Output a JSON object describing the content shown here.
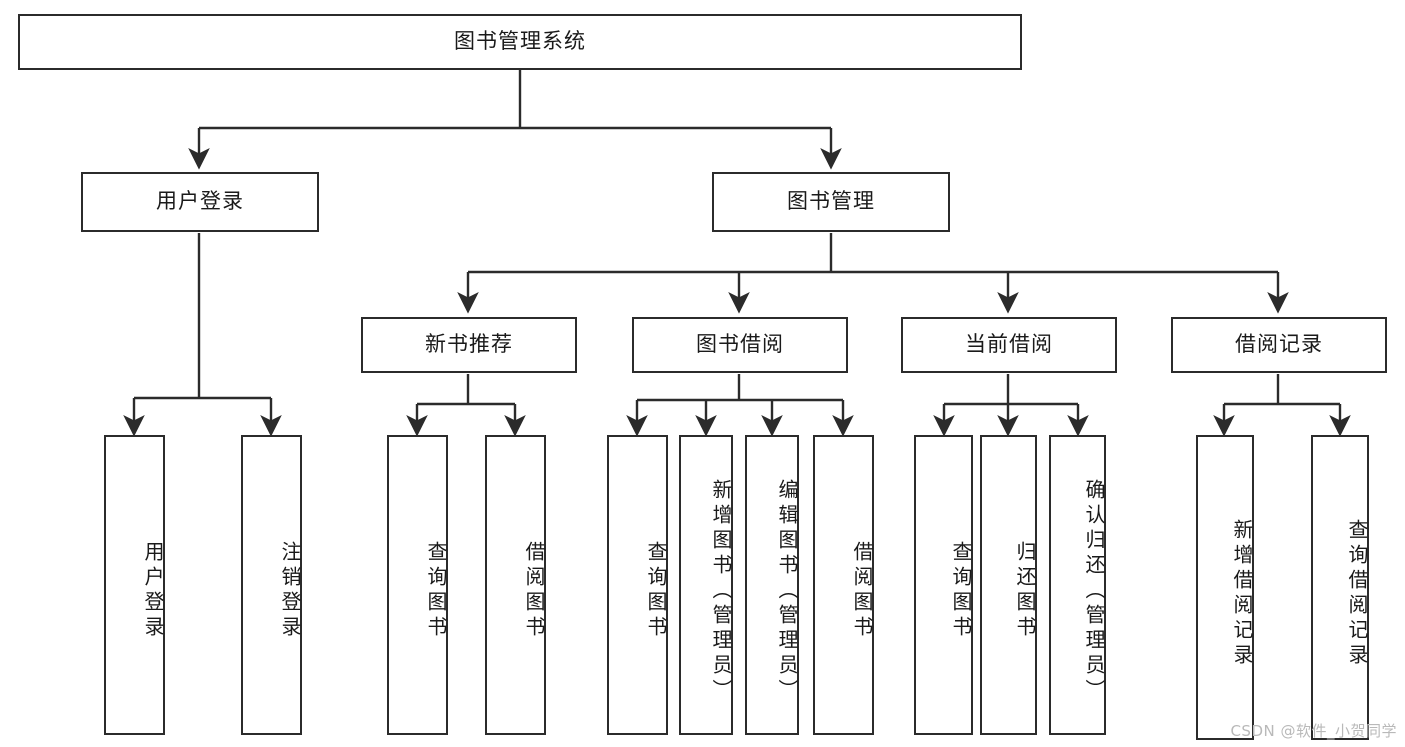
{
  "diagram": {
    "title": "图书管理系统",
    "type": "tree-hierarchy-chart",
    "watermark": "CSDN @软件_小贺同学",
    "root": {
      "label": "图书管理系统"
    },
    "level2": [
      {
        "label": "用户登录"
      },
      {
        "label": "图书管理"
      }
    ],
    "level3": [
      {
        "label": "新书推荐"
      },
      {
        "label": "图书借阅"
      },
      {
        "label": "当前借阅"
      },
      {
        "label": "借阅记录"
      }
    ],
    "leaves": {
      "user_login": [
        {
          "label": "用户登录"
        },
        {
          "label": "注销登录"
        }
      ],
      "new_book_recommend": [
        {
          "label": "查询图书"
        },
        {
          "label": "借阅图书"
        }
      ],
      "book_borrow": [
        {
          "label": "查询图书"
        },
        {
          "label": "新增图书（管理员）"
        },
        {
          "label": "编辑图书（管理员）"
        },
        {
          "label": "借阅图书"
        }
      ],
      "current_borrow": [
        {
          "label": "查询图书"
        },
        {
          "label": "归还图书"
        },
        {
          "label": "确认归还（管理员）"
        }
      ],
      "borrow_record": [
        {
          "label": "新增借阅记录"
        },
        {
          "label": "查询借阅记录"
        }
      ]
    },
    "colors": {
      "stroke": "#2b2b2b",
      "fill": "#ffffff",
      "text": "#1a1a1a",
      "watermark": "#b9b9b9"
    }
  }
}
